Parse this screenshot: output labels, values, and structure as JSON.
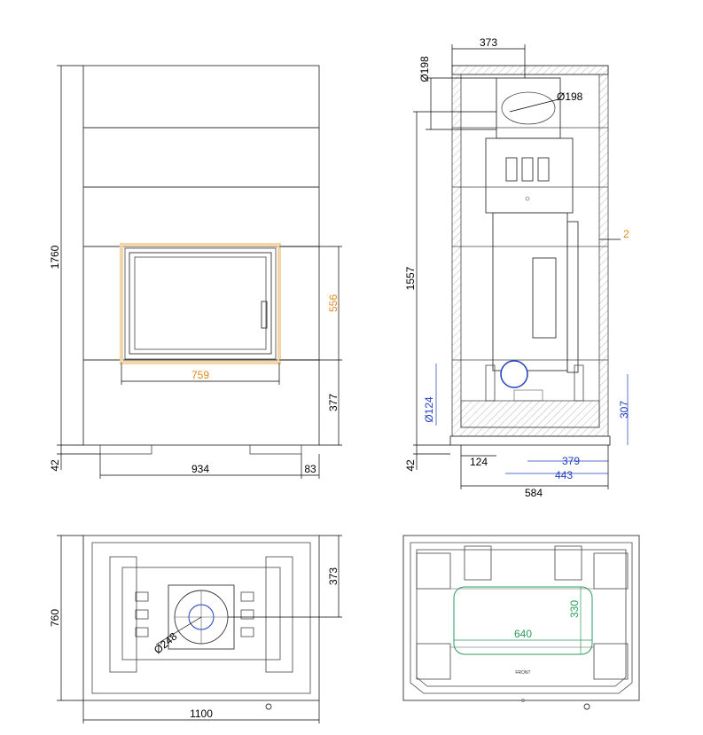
{
  "colors": {
    "line": "#333333",
    "dimension": "#000000",
    "orange": "#e08a1e",
    "blue": "#1f3fbf",
    "green": "#2a9d5a",
    "fireframe": "#f2d6a8"
  },
  "front_view": {
    "height_total": "1760",
    "foot_height": "42",
    "door_opening_height": "556",
    "door_opening_width": "759",
    "door_bottom_height": "377",
    "body_width": "934",
    "foot_offset": "83"
  },
  "side_view": {
    "top_offset": "373",
    "flue_top_diameter": "Ø198",
    "flue_diameter": "Ø198",
    "gap": "2",
    "flue_height": "1557",
    "foot_height": "42",
    "air_inlet_diameter": "Ø124",
    "air_inlet_offset": "124",
    "air_inlet_height": "307",
    "air_inlet_depth": "379",
    "depth_a": "443",
    "depth_total": "584"
  },
  "top_view": {
    "depth": "760",
    "flue_offset": "373",
    "flue_diameter": "Ø248",
    "width": "1100"
  },
  "base_view": {
    "opening_depth": "330",
    "opening_width": "640",
    "front_label": "FRONT"
  }
}
